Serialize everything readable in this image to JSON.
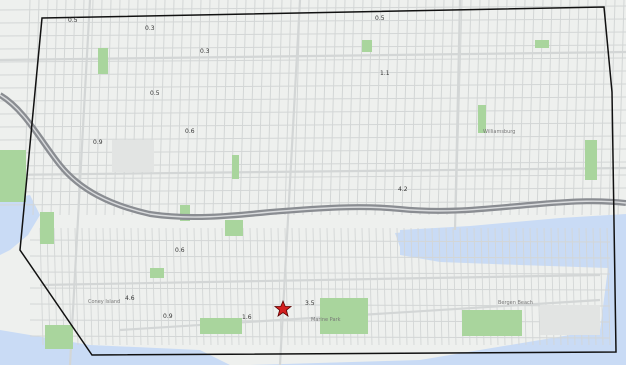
{
  "map": {
    "colors": {
      "water": "#c9dbf5",
      "land": "#eef0ee",
      "street": "#d3d6d6",
      "parks": "#a9d59d",
      "expressway": "#8a8d92",
      "boundary": "#111111",
      "marker": "#d31f1f"
    },
    "marker_icon": "star-icon",
    "price_labels": [
      {
        "id": "p1",
        "text": "0.5"
      },
      {
        "id": "p2",
        "text": "0.5"
      },
      {
        "id": "p3",
        "text": "0.3"
      },
      {
        "id": "p4",
        "text": "0.3"
      },
      {
        "id": "p5",
        "text": "0.5"
      },
      {
        "id": "p6",
        "text": "1.1"
      },
      {
        "id": "p7",
        "text": "0.6"
      },
      {
        "id": "p8",
        "text": "0.9"
      },
      {
        "id": "p9",
        "text": "4.2"
      },
      {
        "id": "p10",
        "text": "0.6"
      },
      {
        "id": "p11",
        "text": "4.6"
      },
      {
        "id": "p12",
        "text": "0.9"
      },
      {
        "id": "p13",
        "text": "1.6"
      },
      {
        "id": "p14",
        "text": "3.5"
      }
    ],
    "place_labels": [
      {
        "id": "pl1",
        "text": "Williamsburg"
      },
      {
        "id": "pl2",
        "text": "Coney Island"
      },
      {
        "id": "pl3",
        "text": "Marine Park"
      },
      {
        "id": "pl4",
        "text": "Bergen Beach"
      }
    ]
  }
}
